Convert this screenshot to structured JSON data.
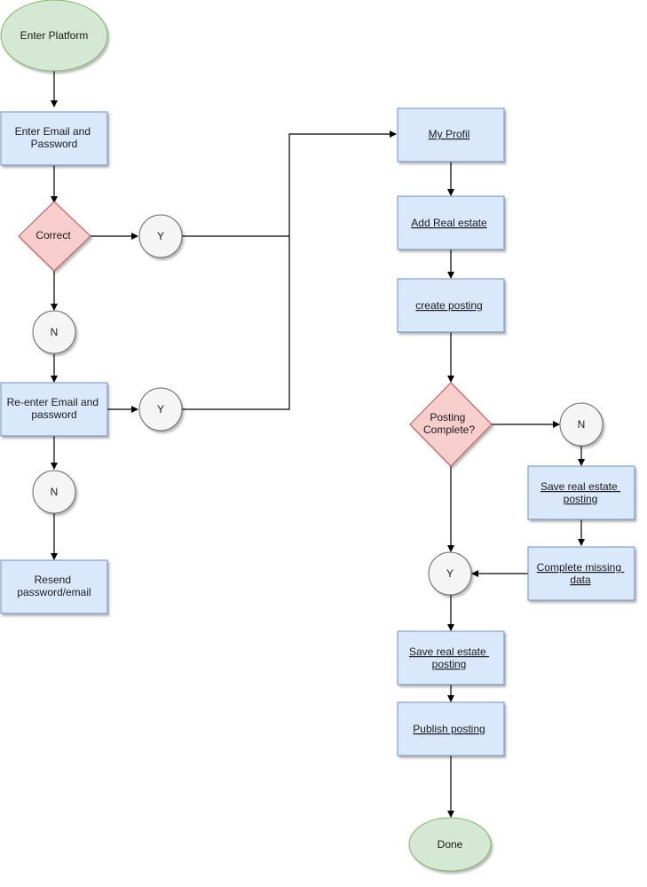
{
  "nodes": {
    "enter_platform": {
      "label": "Enter Platform"
    },
    "enter_email": {
      "lines": [
        "Enter Email and",
        "Password"
      ]
    },
    "correct": {
      "label": "Correct"
    },
    "y1": {
      "label": "Y"
    },
    "n1": {
      "label": "N"
    },
    "reenter": {
      "lines": [
        "Re-enter Email and",
        "password"
      ]
    },
    "y2": {
      "label": "Y"
    },
    "n2": {
      "label": "N"
    },
    "resend": {
      "lines": [
        "Resend",
        "password/email"
      ]
    },
    "my_profil": {
      "label": "My Profil"
    },
    "add_real_estate": {
      "label": "Add Real estate"
    },
    "create_posting": {
      "label": "create posting"
    },
    "posting_complete": {
      "lines": [
        "Posting",
        "Complete?"
      ]
    },
    "n3": {
      "label": "N"
    },
    "save_posting_top": {
      "lines": [
        "Save real estate",
        "posting"
      ]
    },
    "complete_missing": {
      "lines": [
        "Complete missing",
        "data"
      ]
    },
    "y3": {
      "label": "Y"
    },
    "save_posting_bottom": {
      "lines": [
        "Save real estate",
        "posting"
      ]
    },
    "publish": {
      "label": "Publish posting"
    },
    "done": {
      "label": "Done"
    }
  },
  "colors": {
    "terminal_fill": "#d5e8d4",
    "terminal_stroke": "#82b366",
    "process_fill": "#dae8fc",
    "process_stroke": "#6c8ebf",
    "decision_fill": "#f8cecc",
    "decision_stroke": "#b85450",
    "connector_fill": "#f5f5f5",
    "connector_stroke": "#666666"
  }
}
